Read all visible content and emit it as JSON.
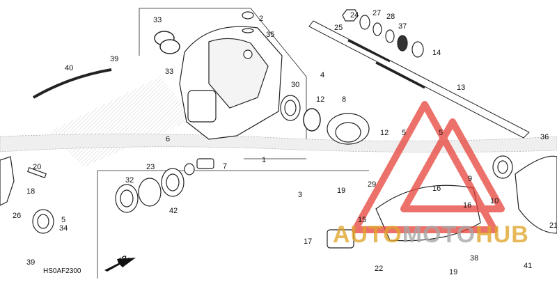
{
  "diagram": {
    "code": "HS0AF2300",
    "direction_label": "FR.",
    "parts": [
      {
        "num": "1"
      },
      {
        "num": "2"
      },
      {
        "num": "3"
      },
      {
        "num": "4"
      },
      {
        "num": "5"
      },
      {
        "num": "5"
      },
      {
        "num": "5"
      },
      {
        "num": "6"
      },
      {
        "num": "7"
      },
      {
        "num": "8"
      },
      {
        "num": "9"
      },
      {
        "num": "10"
      },
      {
        "num": "12"
      },
      {
        "num": "12"
      },
      {
        "num": "13"
      },
      {
        "num": "14"
      },
      {
        "num": "15"
      },
      {
        "num": "16"
      },
      {
        "num": "16"
      },
      {
        "num": "17"
      },
      {
        "num": "18"
      },
      {
        "num": "19"
      },
      {
        "num": "19"
      },
      {
        "num": "20"
      },
      {
        "num": "21"
      },
      {
        "num": "22"
      },
      {
        "num": "23"
      },
      {
        "num": "24"
      },
      {
        "num": "25"
      },
      {
        "num": "26"
      },
      {
        "num": "27"
      },
      {
        "num": "28"
      },
      {
        "num": "29"
      },
      {
        "num": "30"
      },
      {
        "num": "32"
      },
      {
        "num": "33"
      },
      {
        "num": "33"
      },
      {
        "num": "34"
      },
      {
        "num": "35"
      },
      {
        "num": "36"
      },
      {
        "num": "37"
      },
      {
        "num": "38"
      },
      {
        "num": "39"
      },
      {
        "num": "39"
      },
      {
        "num": "40"
      },
      {
        "num": "41"
      },
      {
        "num": "42"
      }
    ]
  },
  "watermark": {
    "prefix": "AUTO",
    "middle": "MOTO",
    "suffix": "HUB",
    "orange": "#e0a52a",
    "gray": "#a6a6a6",
    "triangle_color": "#e8423a"
  }
}
